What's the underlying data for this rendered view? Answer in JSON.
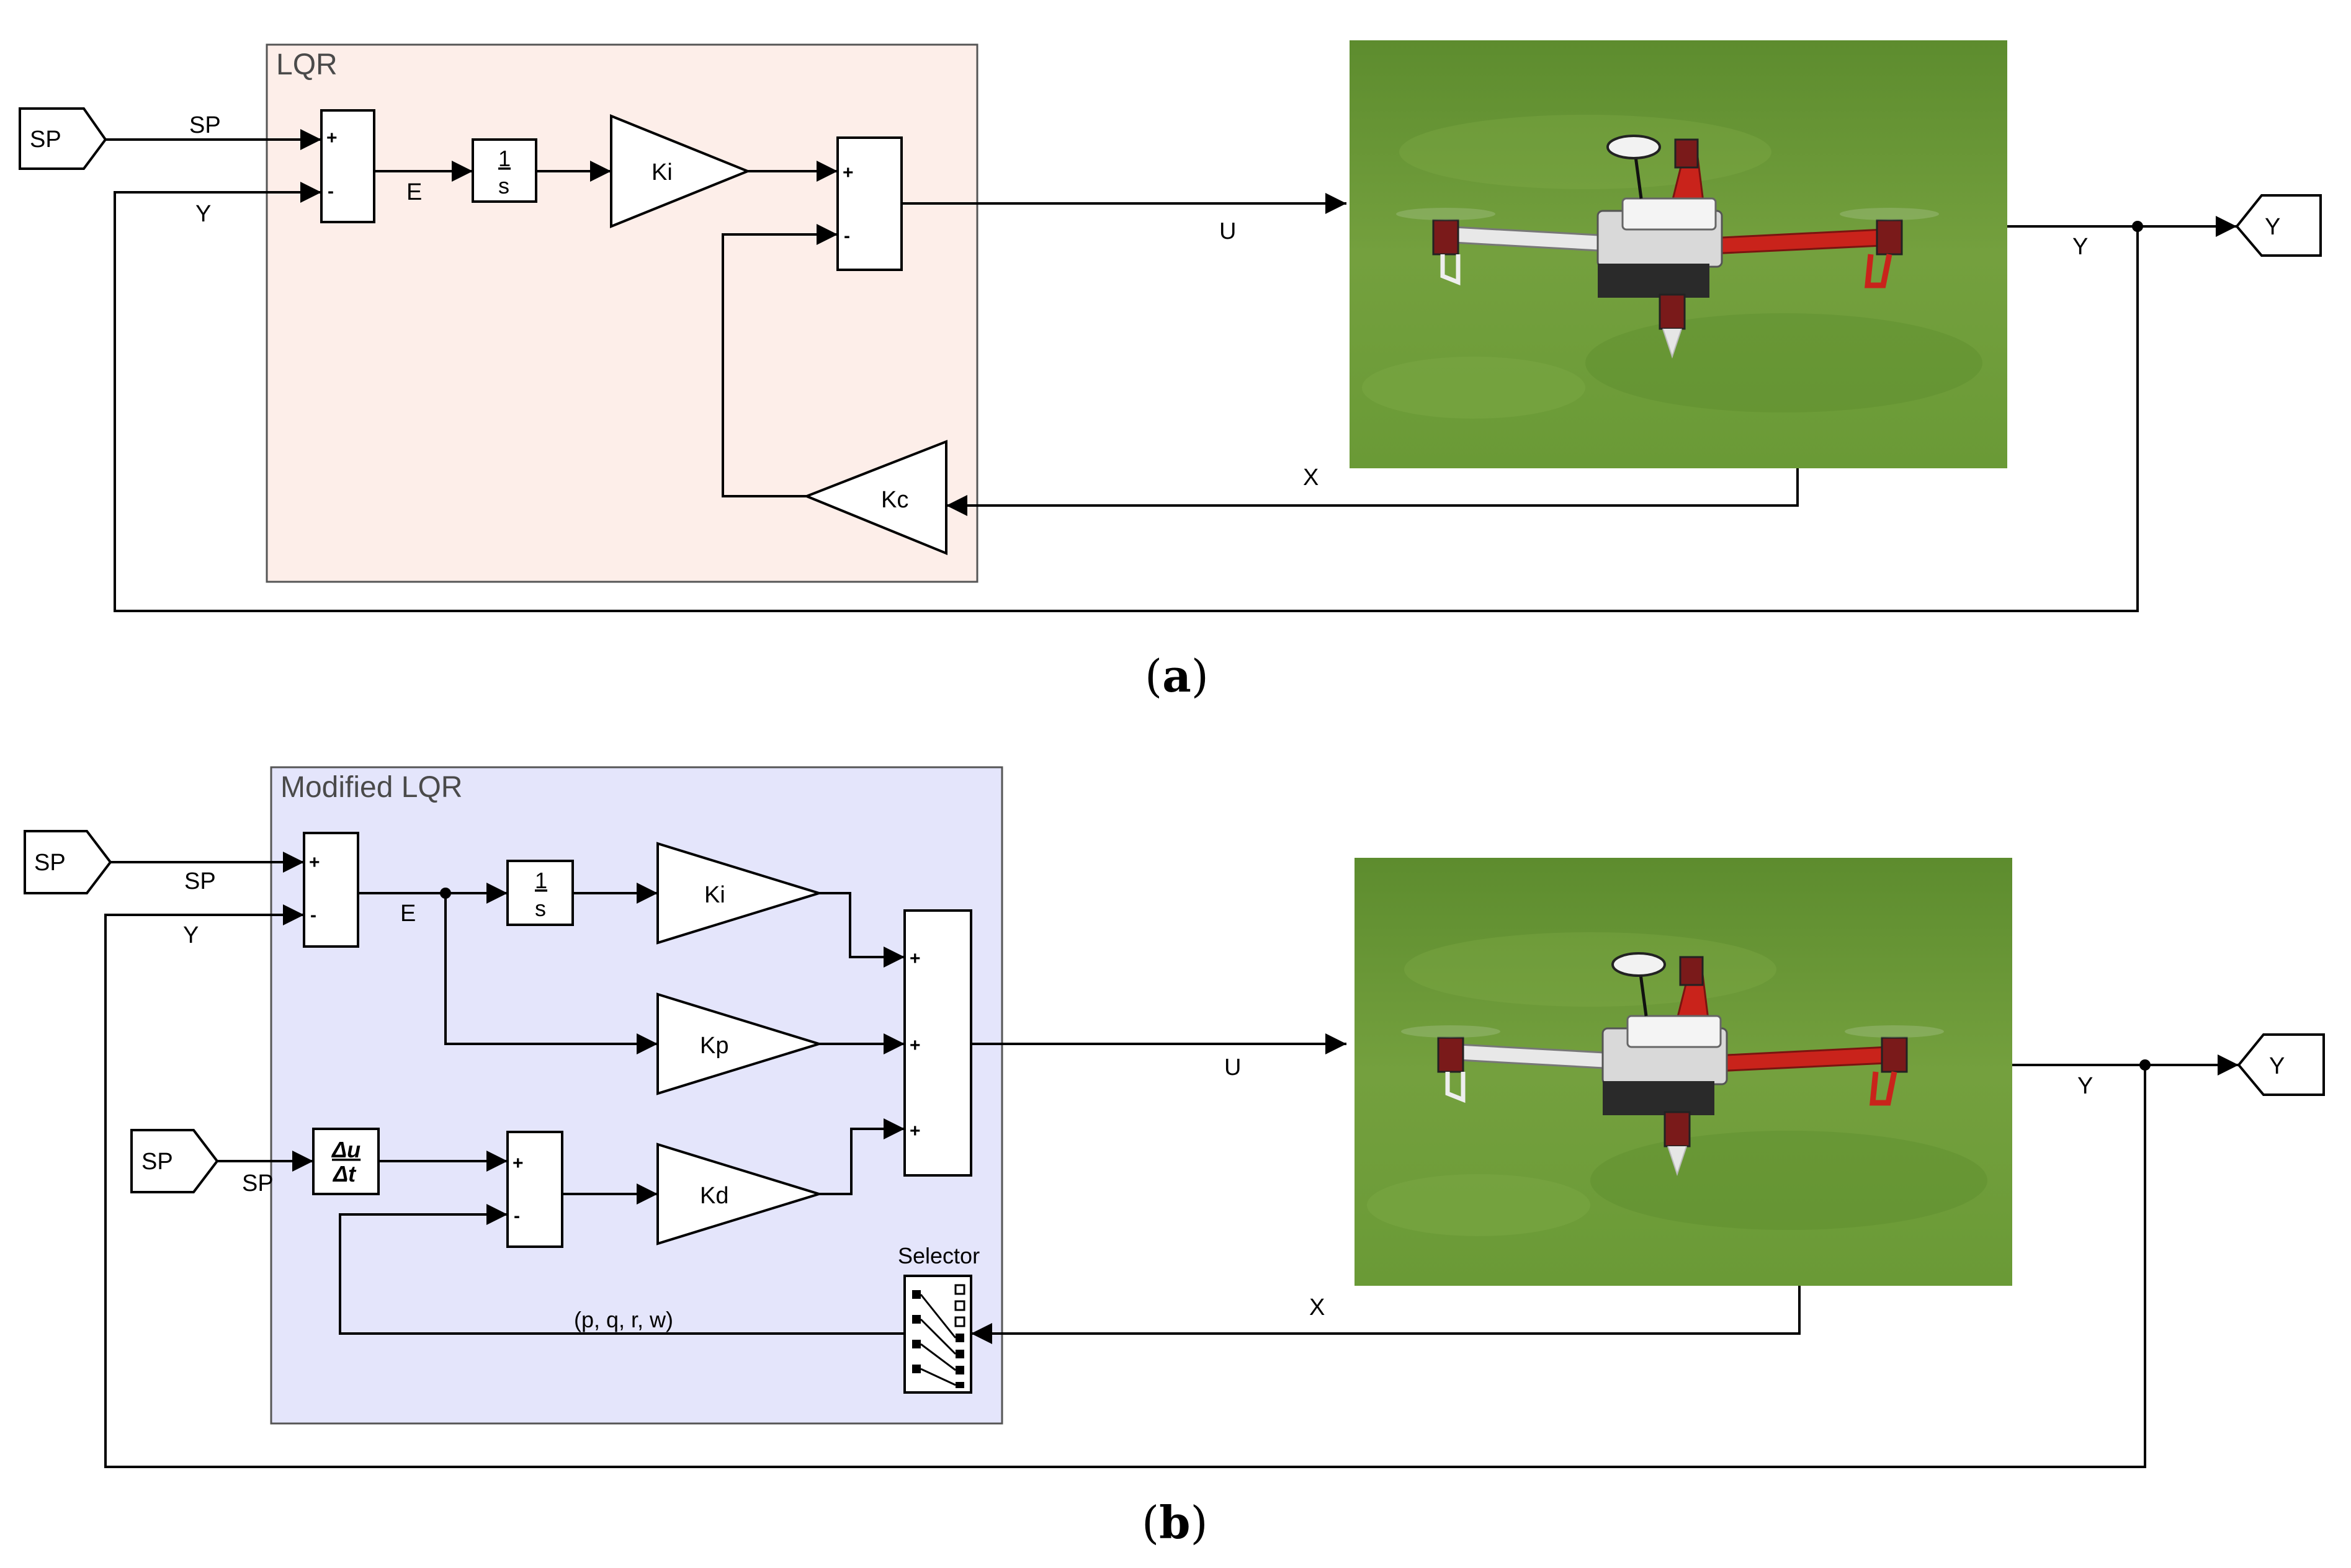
{
  "panel_a": {
    "title": "LQR",
    "caption_open": "(",
    "caption_letter": "a",
    "caption_close": ")",
    "sp_port": "SP",
    "y_port": "Y",
    "sig_sp": "SP",
    "sig_y_in": "Y",
    "sig_e": "E",
    "sig_u": "U",
    "sig_y_out": "Y",
    "sig_x": "X",
    "int_num": "1",
    "int_den": "s",
    "gain_ki": "Ki",
    "gain_kc": "Kc",
    "plus": "+",
    "minus": "-"
  },
  "panel_b": {
    "title": "Modified LQR",
    "caption_open": "(",
    "caption_letter": "b",
    "caption_close": ")",
    "sp_port": "SP",
    "sp_port2": "SP",
    "y_port": "Y",
    "sig_sp": "SP",
    "sig_sp2": "SP",
    "sig_y_in": "Y",
    "sig_e": "E",
    "sig_u": "U",
    "sig_y_out": "Y",
    "sig_x": "X",
    "sig_pqrw": "(p, q, r, w)",
    "int_num": "1",
    "int_den": "s",
    "deriv_num": "Δu",
    "deriv_den": "Δt",
    "gain_ki": "Ki",
    "gain_kp": "Kp",
    "gain_kd": "Kd",
    "selector_label": "Selector",
    "plus": "+",
    "minus": "-"
  },
  "colors": {
    "lqr_fill": "#fdeee9",
    "modified_fill": "#e4e5fb",
    "grass": "#6f9a3a",
    "frame_red": "#c9231b"
  },
  "icons": [
    "quadcopter-photo-icon",
    "selector-switch-icon"
  ]
}
